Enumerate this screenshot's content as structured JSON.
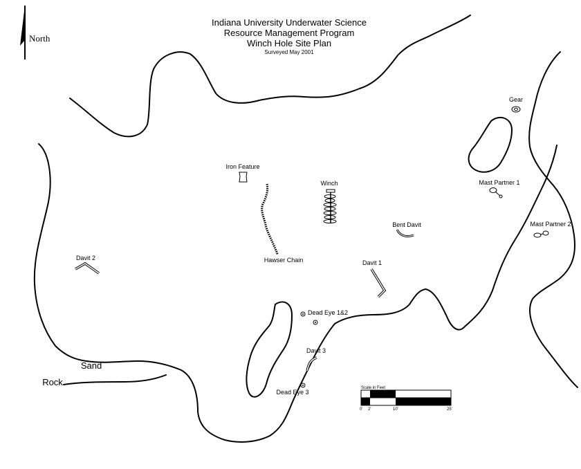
{
  "title": {
    "line1": "Indiana University Underwater Science",
    "line2": "Resource Management Program",
    "line3": "Winch Hole Site Plan",
    "surveyed": "Surveyed May 2001"
  },
  "north_label": "North",
  "features": {
    "gear": "Gear",
    "iron_feature": "Iron Feature",
    "winch": "Winch",
    "mast_partner_1": "Mast Partner 1",
    "mast_partner_2": "Mast Partner 2",
    "bent_davit": "Bent Davit",
    "davit_2": "Davit 2",
    "hawser_chain": "Hawser Chain",
    "davit_1": "Davit 1",
    "dead_eye_1_2": "Dead Eye 1&2",
    "davit_3": "Davit 3",
    "dead_eye_3": "Dead Eye 3"
  },
  "terrain": {
    "sand": "Sand",
    "rock": "Rock"
  },
  "scale_bar": {
    "title": "Scale in Feet",
    "ticks": [
      "0'",
      "2'",
      "10'",
      "25'"
    ]
  }
}
